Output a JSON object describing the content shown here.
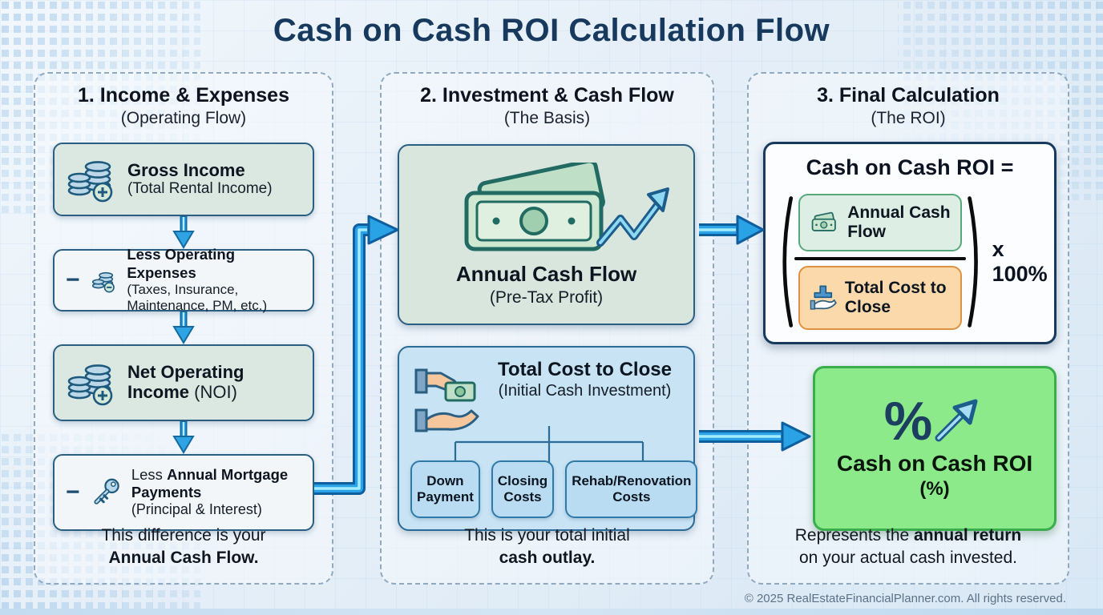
{
  "title": "Cash on Cash ROI Calculation Flow",
  "footer": "© 2025 RealEstateFinancialPlanner.com. All rights reserved.",
  "colors": {
    "title_navy": "#17395E",
    "arrow_blue": "#2AA2E6",
    "arrow_dark": "#0F5F9E",
    "arrow_light": "#A5ECFF",
    "green_panel": "#DBE8E1",
    "blue_panel": "#C7E3F4",
    "result_green": "#8DEA8B",
    "orange_chip": "#FBD9AB"
  },
  "col1": {
    "title": "1. Income & Expenses",
    "subtitle": "(Operating Flow)",
    "gross": {
      "title": "Gross Income",
      "subtitle": "(Total Rental Income)"
    },
    "expenses": {
      "minus": "−",
      "title": "Less Operating Expenses",
      "subtitle": "(Taxes, Insurance, Maintenance, PM, etc.)"
    },
    "noi": {
      "title": "Net Operating Income",
      "suffix": " (NOI)"
    },
    "mortgage": {
      "minus": "−",
      "prefix": "Less ",
      "title": "Annual Mortgage Payments",
      "subtitle": "(Principal & Interest)"
    },
    "caption_1": "This difference is your",
    "caption_2": "Annual Cash Flow."
  },
  "col2": {
    "title": "2. Investment & Cash Flow",
    "subtitle": "(The Basis)",
    "acf": {
      "title": "Annual Cash Flow",
      "subtitle": "(Pre-Tax Profit)"
    },
    "cost": {
      "title": "Total Cost to Close",
      "subtitle": "(Initial Cash Investment)",
      "chips": [
        "Down Payment",
        "Closing Costs",
        "Rehab/Renovation Costs"
      ]
    },
    "caption_1": "This is your total initial",
    "caption_2": "cash outlay."
  },
  "col3": {
    "title": "3. Final Calculation",
    "subtitle": "(The ROI)",
    "formula": {
      "heading": "Cash on Cash ROI =",
      "numerator": "Annual Cash Flow",
      "denominator": "Total Cost to Close",
      "multiplier": "x 100%"
    },
    "result": {
      "symbol": "%",
      "title": "Cash on Cash ROI",
      "subtitle": "(%)"
    },
    "caption_1a": "Represents the ",
    "caption_1b": "annual return",
    "caption_2": "on your actual cash invested."
  }
}
